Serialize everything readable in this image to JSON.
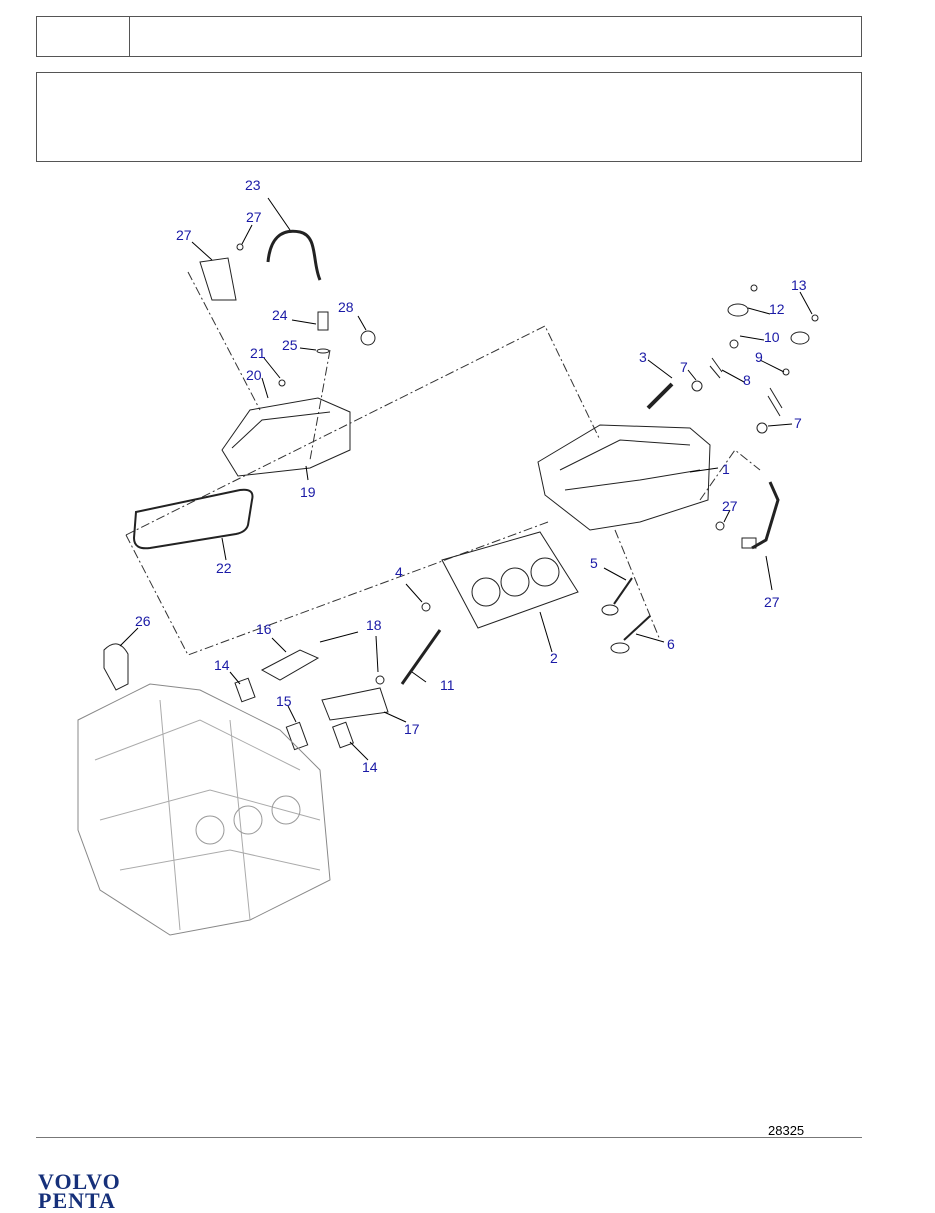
{
  "header": {
    "left_cell": "",
    "title": "",
    "description": ""
  },
  "drawing_number": "28325",
  "logo": {
    "line1": "VOLVO",
    "line2": "PENTA",
    "color": "#16307a"
  },
  "callout_color": "#1a1aa6",
  "callouts": [
    {
      "id": "c23",
      "label": "23"
    },
    {
      "id": "c27a",
      "label": "27"
    },
    {
      "id": "c27b",
      "label": "27"
    },
    {
      "id": "c24",
      "label": "24"
    },
    {
      "id": "c28",
      "label": "28"
    },
    {
      "id": "c25",
      "label": "25"
    },
    {
      "id": "c21",
      "label": "21"
    },
    {
      "id": "c20",
      "label": "20"
    },
    {
      "id": "c19",
      "label": "19"
    },
    {
      "id": "c22",
      "label": "22"
    },
    {
      "id": "c13",
      "label": "13"
    },
    {
      "id": "c12",
      "label": "12"
    },
    {
      "id": "c10",
      "label": "10"
    },
    {
      "id": "c3",
      "label": "3"
    },
    {
      "id": "c7a",
      "label": "7"
    },
    {
      "id": "c9",
      "label": "9"
    },
    {
      "id": "c8",
      "label": "8"
    },
    {
      "id": "c7b",
      "label": "7"
    },
    {
      "id": "c1",
      "label": "1"
    },
    {
      "id": "c27c",
      "label": "27"
    },
    {
      "id": "c27d",
      "label": "27"
    },
    {
      "id": "c5",
      "label": "5"
    },
    {
      "id": "c4",
      "label": "4"
    },
    {
      "id": "c2",
      "label": "2"
    },
    {
      "id": "c6",
      "label": "6"
    },
    {
      "id": "c26",
      "label": "26"
    },
    {
      "id": "c16",
      "label": "16"
    },
    {
      "id": "c18",
      "label": "18"
    },
    {
      "id": "c11",
      "label": "11"
    },
    {
      "id": "c14a",
      "label": "14"
    },
    {
      "id": "c15",
      "label": "15"
    },
    {
      "id": "c17",
      "label": "17"
    },
    {
      "id": "c14b",
      "label": "14"
    }
  ]
}
